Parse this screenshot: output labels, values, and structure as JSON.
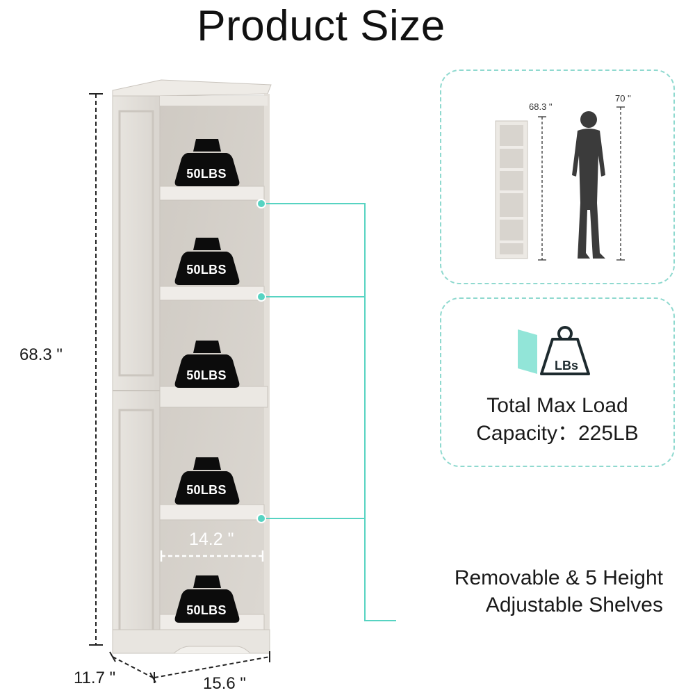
{
  "header": {
    "title": "Product Size"
  },
  "dimensions": {
    "height": "68.3 \"",
    "depth": "11.7 \"",
    "width": "15.6 \"",
    "inner_width": "14.2 \""
  },
  "shelves": {
    "weight_label": "50LBS",
    "count": 5
  },
  "height_card": {
    "shelf_height": "68.3 \"",
    "person_height": "70 \""
  },
  "load_card": {
    "icon_label": "LBs",
    "line1": "Total Max Load",
    "line2": "Capacity：225LB"
  },
  "feature": {
    "line1": "Removable & 5 Height",
    "line2": "Adjustable Shelves"
  },
  "colors": {
    "accent": "#57d3c2",
    "card_border": "#8fd9cf",
    "wood": "#e6e2dc"
  }
}
